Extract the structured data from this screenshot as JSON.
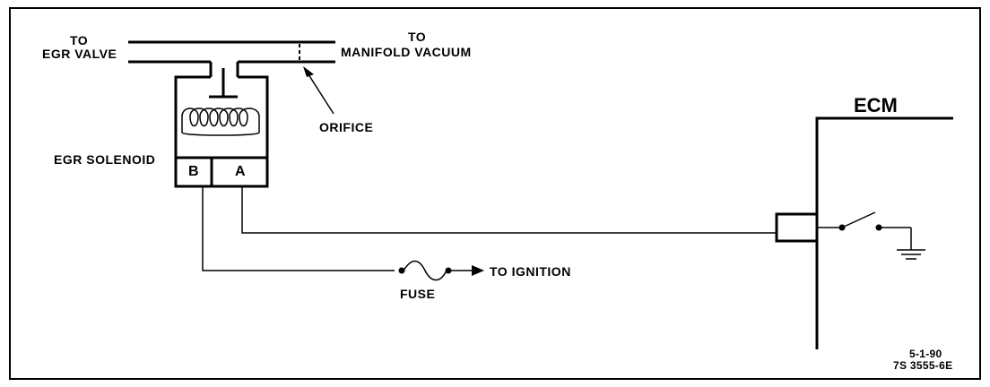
{
  "labels": {
    "to_egr_1": "TO",
    "to_egr_2": "EGR VALVE",
    "to_vac_1": "TO",
    "to_vac_2": "MANIFOLD VACUUM",
    "orifice": "ORIFICE",
    "egr_solenoid": "EGR SOLENOID",
    "terminal_b": "B",
    "terminal_a": "A",
    "ecm": "ECM",
    "fuse": "FUSE",
    "to_ignition": "TO IGNITION",
    "date": "5-1-90",
    "code": "7S 3555-6E"
  },
  "colors": {
    "line": "#000000",
    "background": "#ffffff"
  }
}
